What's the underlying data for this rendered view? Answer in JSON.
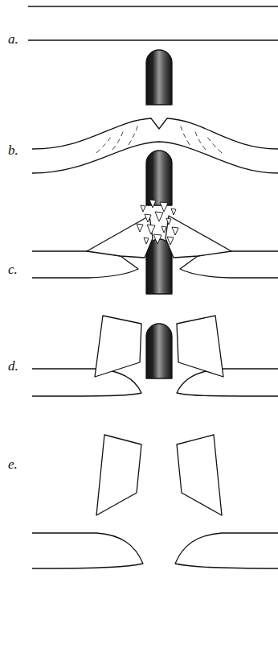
{
  "diagram": {
    "labels": [
      "a.",
      "b.",
      "c.",
      "d.",
      "e."
    ]
  }
}
